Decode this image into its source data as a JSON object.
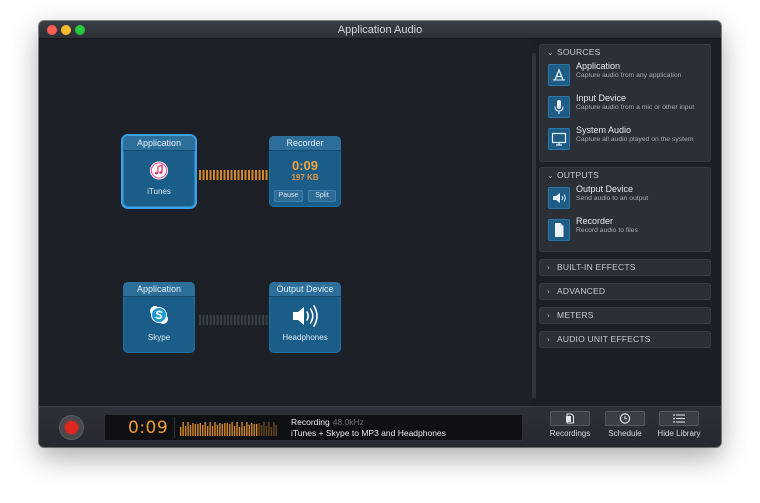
{
  "window": {
    "title": "Application Audio"
  },
  "nodes": {
    "source1": {
      "header": "Application",
      "label": "iTunes",
      "icon": "itunes-icon"
    },
    "recorder": {
      "header": "Recorder",
      "time": "0:09",
      "size": "197 KB",
      "pause_label": "Pause",
      "split_label": "Split"
    },
    "source2": {
      "header": "Application",
      "label": "Skype",
      "icon": "skype-icon"
    },
    "output": {
      "header": "Output Device",
      "label": "Headphones",
      "icon": "speaker-icon"
    }
  },
  "library": {
    "sources": {
      "header": "SOURCES",
      "items": [
        {
          "title": "Application",
          "desc": "Capture audio from any application",
          "icon": "app-store-icon"
        },
        {
          "title": "Input Device",
          "desc": "Capture audio from a mic or other input",
          "icon": "microphone-icon"
        },
        {
          "title": "System Audio",
          "desc": "Capture all audio played on the system",
          "icon": "monitor-icon"
        }
      ]
    },
    "outputs": {
      "header": "OUTPUTS",
      "items": [
        {
          "title": "Output Device",
          "desc": "Send audio to an output",
          "icon": "speaker-icon"
        },
        {
          "title": "Recorder",
          "desc": "Record audio to files",
          "icon": "file-icon"
        }
      ]
    },
    "collapsed": [
      "BUILT-IN EFFECTS",
      "ADVANCED",
      "METERS",
      "AUDIO UNIT EFFECTS"
    ]
  },
  "bottombar": {
    "time": "0:09",
    "status": "Recording",
    "rate": "48.0kHz",
    "description": "iTunes + Skype to MP3 and Headphones",
    "tools": [
      {
        "label": "Recordings",
        "icon": "recordings-icon"
      },
      {
        "label": "Schedule",
        "icon": "clock-icon"
      },
      {
        "label": "Hide Library",
        "icon": "list-icon"
      }
    ]
  },
  "colors": {
    "accent": "#1a5d89",
    "recording_orange": "#f29a32",
    "record_red": "#e0251f"
  }
}
